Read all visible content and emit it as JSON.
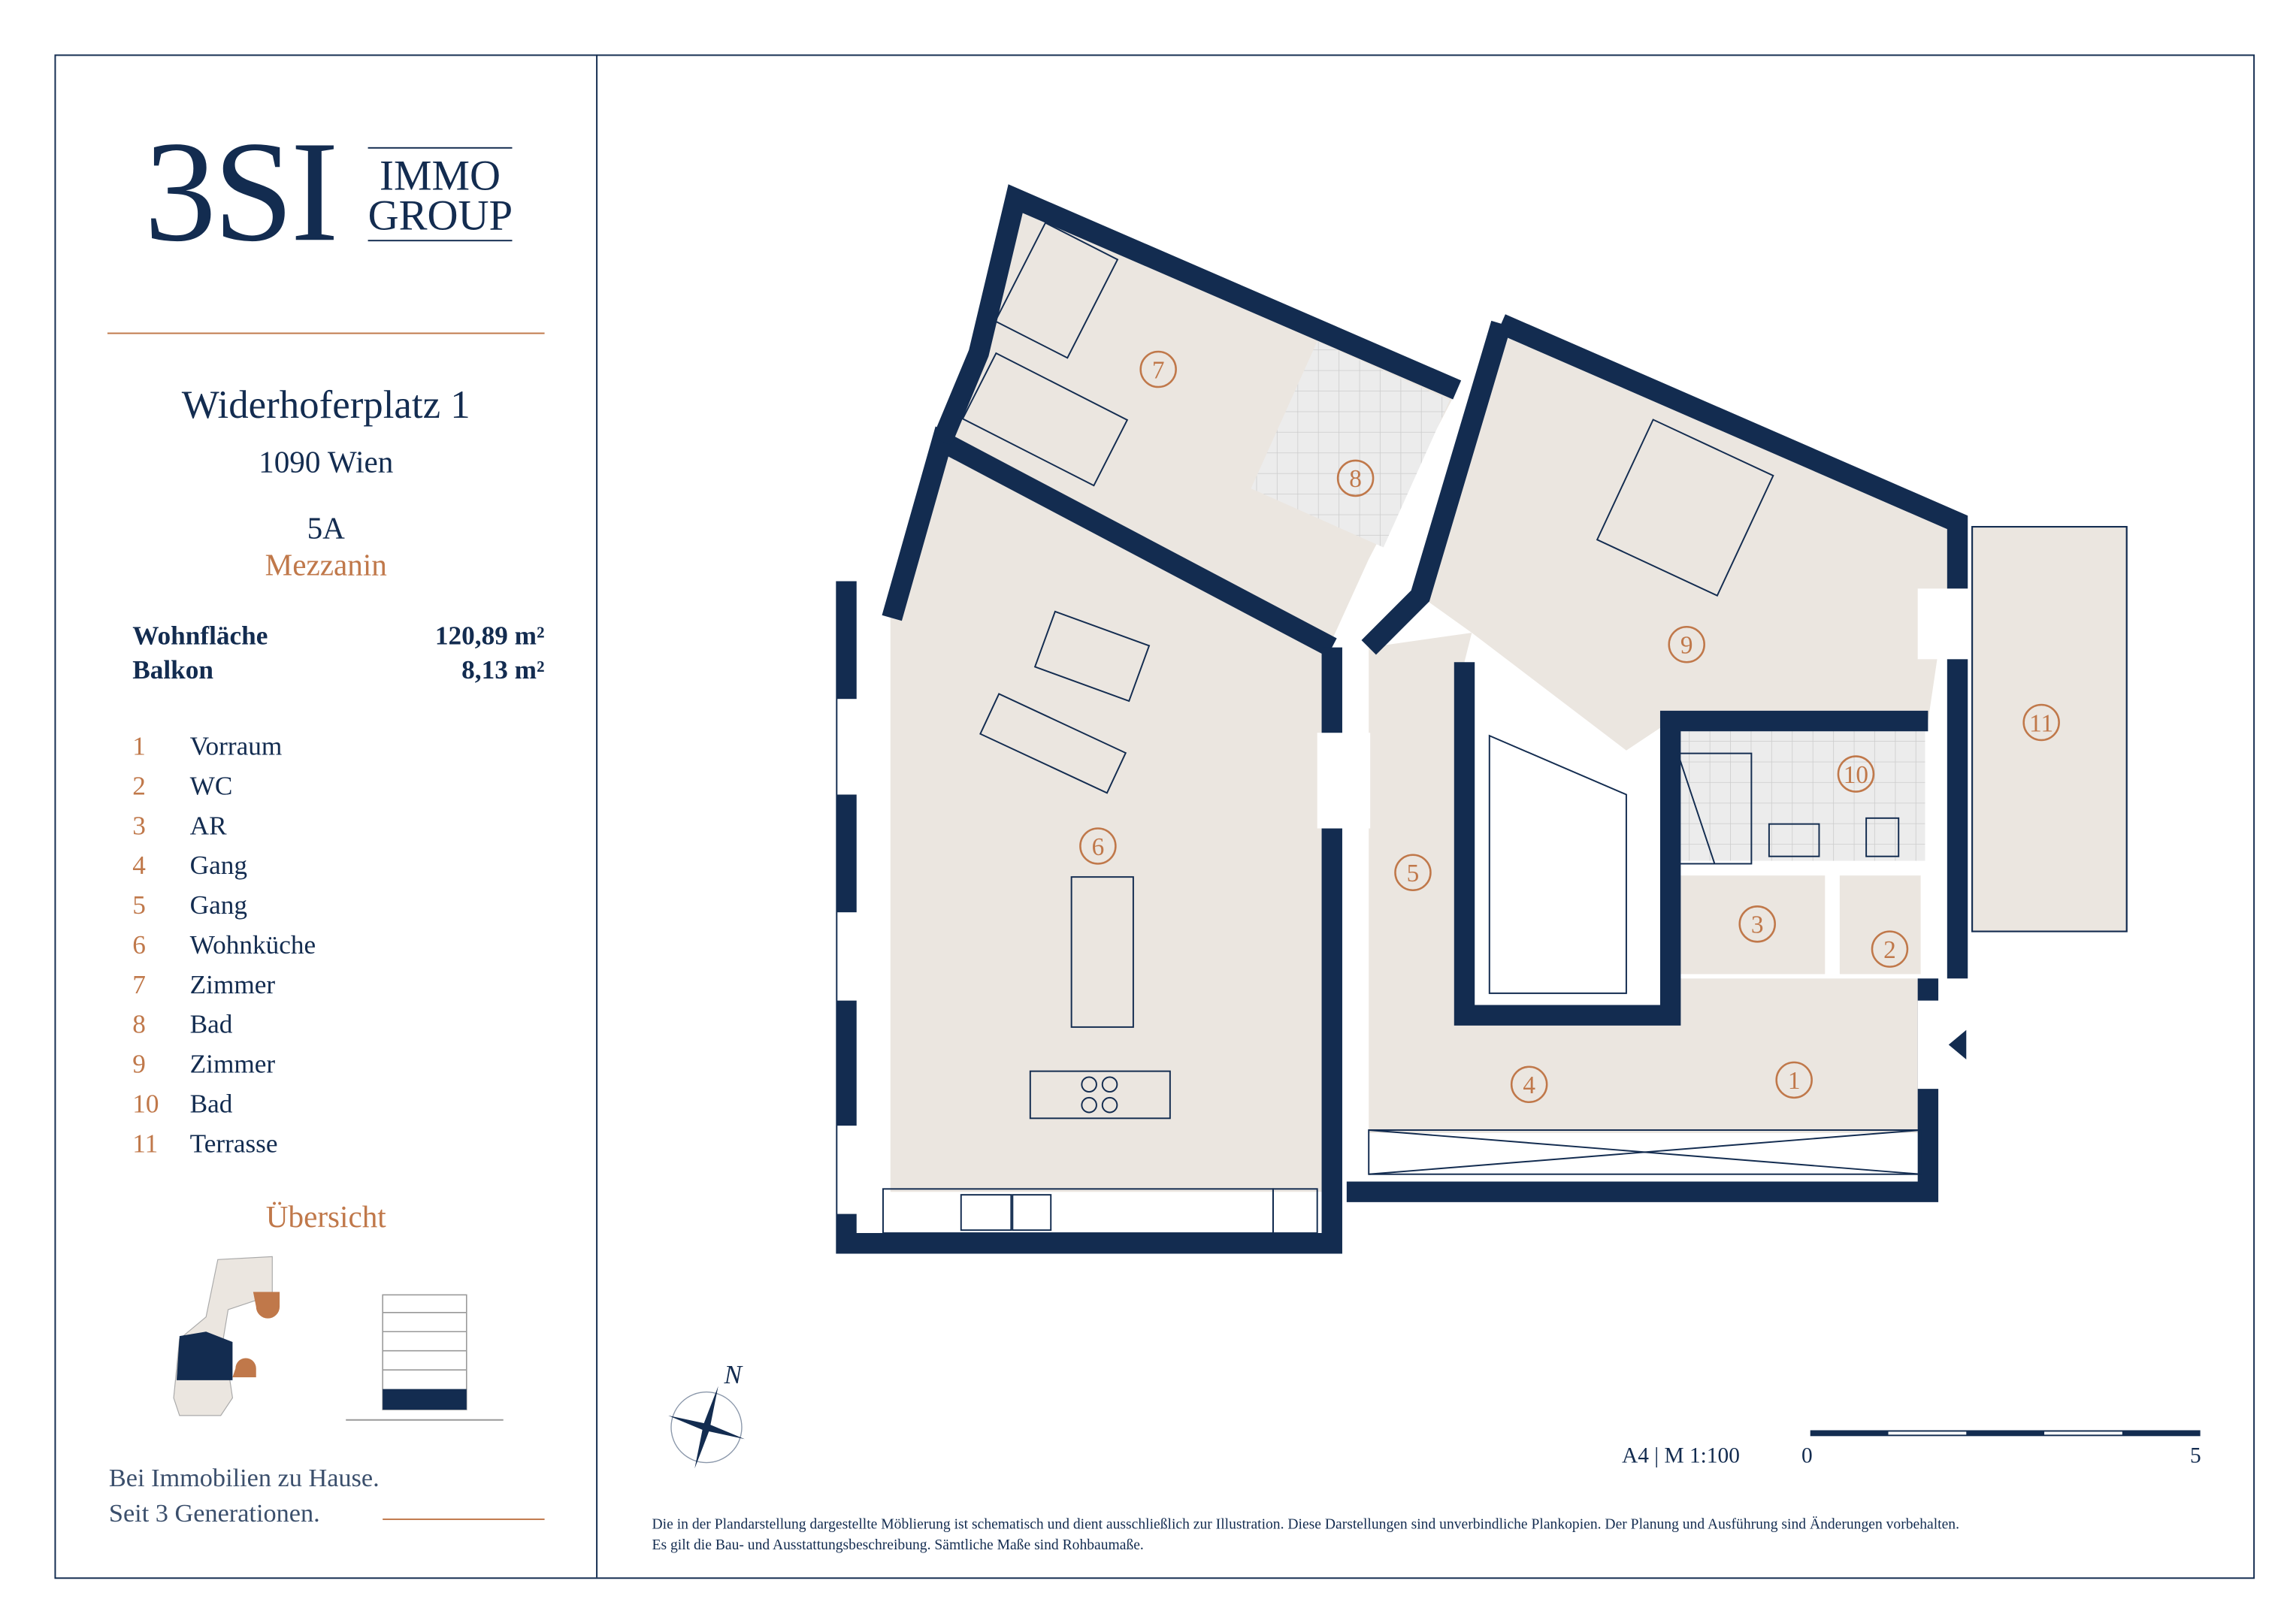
{
  "logo": {
    "mark": "3SI",
    "line1": "IMMO",
    "line2": "GROUP"
  },
  "address": {
    "street": "Widerhoferplatz 1",
    "city": "1090 Wien"
  },
  "unit": {
    "number": "5A",
    "floor": "Mezzanin"
  },
  "areas": [
    {
      "label": "Wohnfläche",
      "value": "120,89 m²"
    },
    {
      "label": "Balkon",
      "value": "8,13 m²"
    }
  ],
  "rooms": [
    {
      "n": "1",
      "name": "Vorraum"
    },
    {
      "n": "2",
      "name": "WC"
    },
    {
      "n": "3",
      "name": "AR"
    },
    {
      "n": "4",
      "name": "Gang"
    },
    {
      "n": "5",
      "name": "Gang"
    },
    {
      "n": "6",
      "name": "Wohnküche"
    },
    {
      "n": "7",
      "name": "Zimmer"
    },
    {
      "n": "8",
      "name": "Bad"
    },
    {
      "n": "9",
      "name": "Zimmer"
    },
    {
      "n": "10",
      "name": "Bad"
    },
    {
      "n": "11",
      "name": "Terrasse"
    }
  ],
  "overview_title": "Übersicht",
  "slogan": [
    "Bei Immobilien zu Hause.",
    "Seit 3 Generationen."
  ],
  "compass": "N",
  "scale": {
    "label": "A4 | M 1:100",
    "start": "0",
    "end": "5"
  },
  "disclaimer": [
    "Die in der Plandarstellung dargestellte Möblierung ist schematisch und dient ausschließlich zur Illustration. Diese Darstellungen sind unverbindliche Plankopien. Der Planung und Ausführung sind Änderungen vorbehalten.",
    "Es gilt die Bau- und Ausstattungsbeschreibung. Sämtliche Maße sind Rohbaumaße."
  ],
  "colors": {
    "navy": "#132c50",
    "accent": "#c0784a",
    "floor": "#ebe6e0"
  }
}
